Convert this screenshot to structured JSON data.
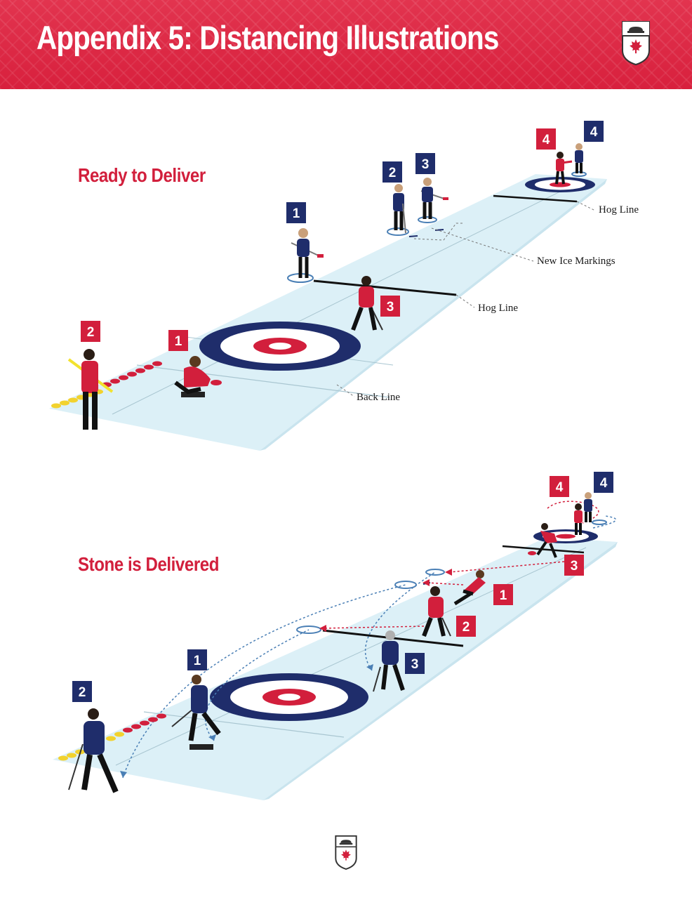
{
  "header": {
    "title": "Appendix 5: Distancing Illustrations"
  },
  "sections": [
    {
      "title": "Ready to Deliver",
      "callouts": {
        "hog_line_far": "Hog Line",
        "new_ice_markings": "New Ice Markings",
        "hog_line_near": "Hog Line",
        "back_line": "Back Line"
      },
      "labels": {
        "red_4": "4",
        "blue_4": "4",
        "blue_2": "2",
        "blue_3": "3",
        "blue_1": "1",
        "red_3": "3",
        "red_2": "2",
        "red_1": "1"
      }
    },
    {
      "title": "Stone is Delivered",
      "labels": {
        "red_4": "4",
        "blue_4": "4",
        "red_3": "3",
        "red_1": "1",
        "red_2": "2",
        "blue_3": "3",
        "blue_1": "1",
        "blue_2": "2"
      }
    }
  ],
  "colors": {
    "brand_red": "#d21f3c",
    "team_blue": "#1f2d6b",
    "ice": "#dcf0f7",
    "house_blue": "#1f2d6b"
  },
  "icons": {
    "logo": "curling-canada-crest-icon"
  }
}
